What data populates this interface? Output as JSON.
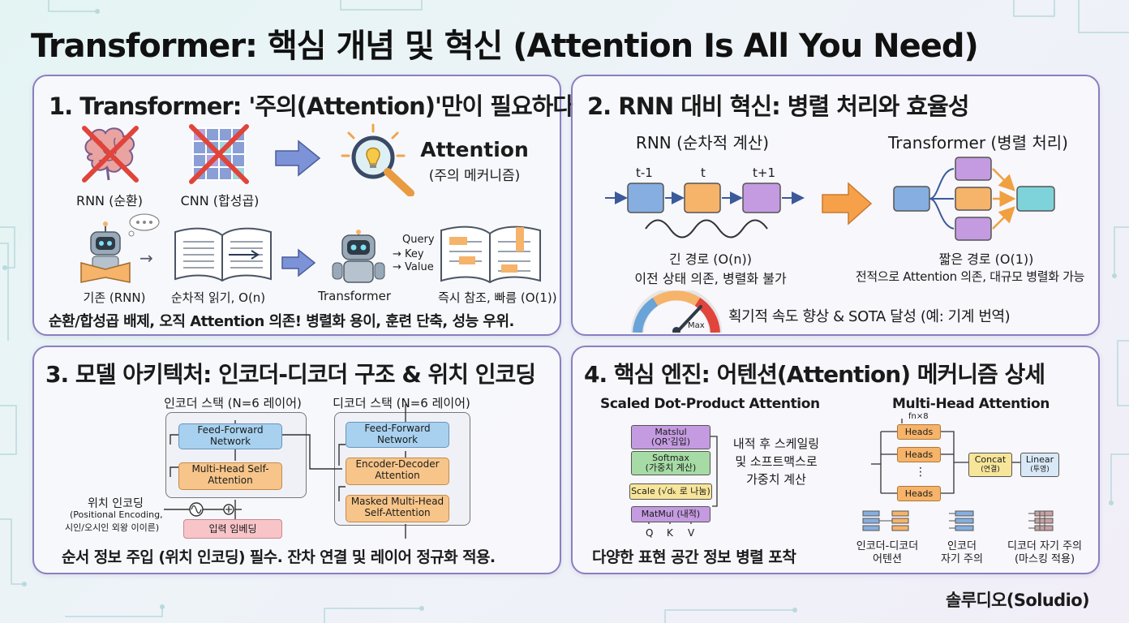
{
  "title": "Transformer: 핵심 개념 및 혁신 (Attention Is All You Need)",
  "footer_brand": "솔루디오(Soludio)",
  "colors": {
    "panel_border": "#8a7fc0",
    "blue": "#86aee0",
    "orange": "#f6b36a",
    "purple": "#c49be0",
    "teal": "#7ed3db",
    "red_x": "#e0443a"
  },
  "panel1": {
    "title": "1. Transformer: '주의(Attention)'만이 필요하다",
    "rnn_label": "RNN (순환)",
    "cnn_label": "CNN (합성곱)",
    "attention_title": "Attention",
    "attention_sub": "(주의 메커니즘)",
    "legacy_label": "기존 (RNN)",
    "sequential_label": "순차적 읽기, O(n)",
    "transformer_label": "Transformer",
    "qkv": [
      "Query",
      "→ Key",
      "→ Value"
    ],
    "instant_label": "즉시 참조, 빠름 (O(1))",
    "summary": "순환/합성곱 배제, 오직 Attention 의존! 병렬화 용이, 훈련 단축, 성능 우위."
  },
  "panel2": {
    "title": "2. RNN 대비 혁신: 병렬 처리와 효율성",
    "rnn_heading": "RNN (순차적 계산)",
    "transformer_heading": "Transformer (병렬 처리)",
    "time_labels": [
      "t-1",
      "t",
      "t+1"
    ],
    "rnn_caption_1": "긴 경로 (O(n))",
    "rnn_caption_2": "이전 상태 의존, 병렬화 불가",
    "tf_caption_1": "짧은 경로 (O(1))",
    "tf_caption_2": "전적으로 Attention 의존, 대규모 병렬화 가능",
    "gauge_max": "Max",
    "speed_text": "획기적 속도 향상 & SOTA 달성 (예: 기계 번역)"
  },
  "panel3": {
    "title": "3. 모델 아키텍처: 인코더-디코더 구조 & 위치 인코딩",
    "encoder_stack": "인코더 스택 (N=6 레이어)",
    "decoder_stack": "디코더 스택 (N=6 레이어)",
    "enc_ffn": "Feed-Forward Network",
    "enc_mha": "Multi-Head Self-Attention",
    "dec_ffn": "Feed-Forward Network",
    "dec_cross": "Encoder-Decoder Attention",
    "dec_masked": "Masked Multi-Head Self-Attention",
    "pos_enc_title": "위치 인코딩",
    "pos_enc_sub1": "(Positional Encoding,",
    "pos_enc_sub2": "시인/오시인 외왕 이이른)",
    "input_embedding": "입력 임베딩",
    "summary": "순서 정보 주입 (위치 인코딩) 필수. 잔차 연결 및 레이어 정규화 적용."
  },
  "panel4": {
    "title": "4. 핵심 엔진: 어텐션(Attention) 메커니즘 상세",
    "sdp_title": "Scaled Dot-Product Attention",
    "mh_title": "Multi-Head Attention",
    "sdp_blocks": [
      {
        "name": "Matslul",
        "sub": "(QR'김입)"
      },
      {
        "name": "Softmax",
        "sub": "(가중치 계산)"
      },
      {
        "name": "Scale (√dₖ 로 나눔)",
        "sub": ""
      },
      {
        "name": "MatMul (내적)",
        "sub": ""
      }
    ],
    "sdp_inputs": [
      "Q",
      "K",
      "V"
    ],
    "sdp_note": [
      "내적 후 스케일링",
      "및 소프트맥스로",
      "가중치 계산"
    ],
    "heads_count": "fn×8",
    "heads": [
      "Heads",
      "Heads",
      "⋮",
      "Heads"
    ],
    "concat": "Concat",
    "concat_sub": "(연결)",
    "linear": "Linear",
    "linear_sub": "(투영)",
    "summary": "다양한 표현 공간 정보 병렬 포착",
    "types": [
      {
        "l1": "인코더-디코더",
        "l2": "어텐션"
      },
      {
        "l1": "인코더",
        "l2": "자기 주의"
      },
      {
        "l1": "디코더 자기 주의",
        "l2": "(마스킹 적용)"
      }
    ]
  }
}
